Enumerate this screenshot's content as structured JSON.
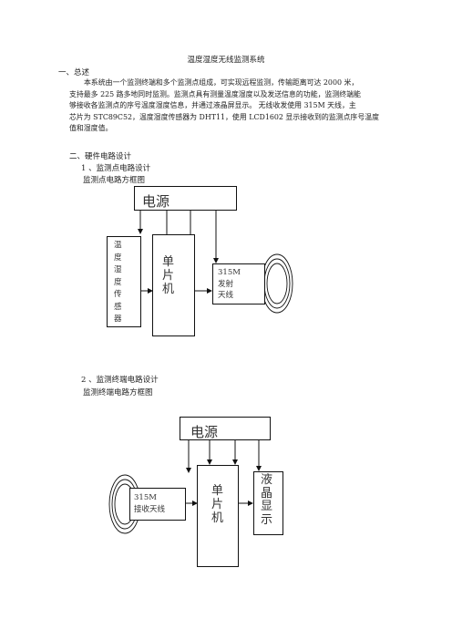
{
  "title": "温度湿度无线监测系统",
  "section1": {
    "heading": "一、总述",
    "lines": [
      "本系统由一个监测终端和多个监测点组成，可实现远程监测，传输距离可达 2000 米，",
      "支持最多 225 路多地同时监测。监测点具有测量温度湿度以及发送信息的功能，监测终端能",
      "够接收各监测点的序号温度湿度信息，并通过液晶屏显示。 无线收发使用 315M 天线，主",
      "芯片为 STC89C52，温度湿度传感器为 DHT11，使用 LCD1602 显示接收到的监测点序号温度",
      "值和湿度值。"
    ]
  },
  "section2": {
    "heading": "二、硬件电路设计",
    "sub1": "1 、监测点电路设计",
    "sub1_caption": "监测点电路方框图",
    "sub2": "2 、监测终端电路设计",
    "sub2_caption": "监测终端电路方框图"
  },
  "diagram1": {
    "power": "电源",
    "sensor": [
      "温",
      "度",
      "湿",
      "度",
      "传",
      "感",
      "器"
    ],
    "mcu": [
      "单",
      "片",
      "机"
    ],
    "tx": [
      "315M",
      "发射",
      "天线"
    ]
  },
  "diagram2": {
    "power": "电源",
    "rx": [
      "315M",
      "接收天线"
    ],
    "mcu": [
      "单",
      "片",
      "机"
    ],
    "lcd": [
      "液",
      "晶",
      "显",
      "示"
    ]
  }
}
